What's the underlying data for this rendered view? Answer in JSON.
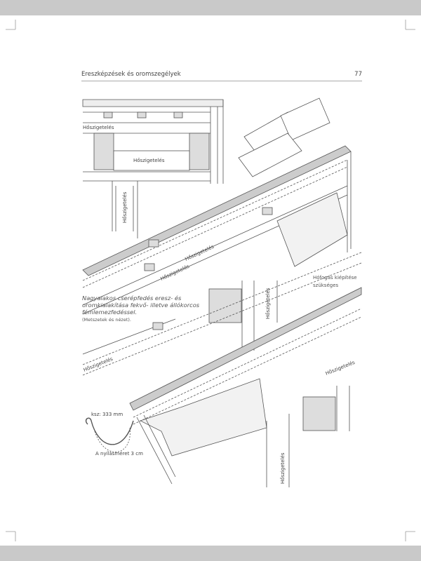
{
  "header": {
    "title": "Ereszképzések és oromszegélyek",
    "page_number": "77"
  },
  "caption": {
    "main": "Nagyalakos cserépfedés eresz- és oromkialakítása fekvő- illetve állókorcos fémlemezfedéssel.",
    "sub": "(Metszetek és nézet)."
  },
  "note": {
    "line1": "Hófogás kiépítése",
    "line2": "szükséges"
  },
  "gutter": {
    "size": "ksz: 333 mm",
    "opening": "A nyílásméret 3 cm"
  },
  "insulation_label": "Hőszigetelés"
}
